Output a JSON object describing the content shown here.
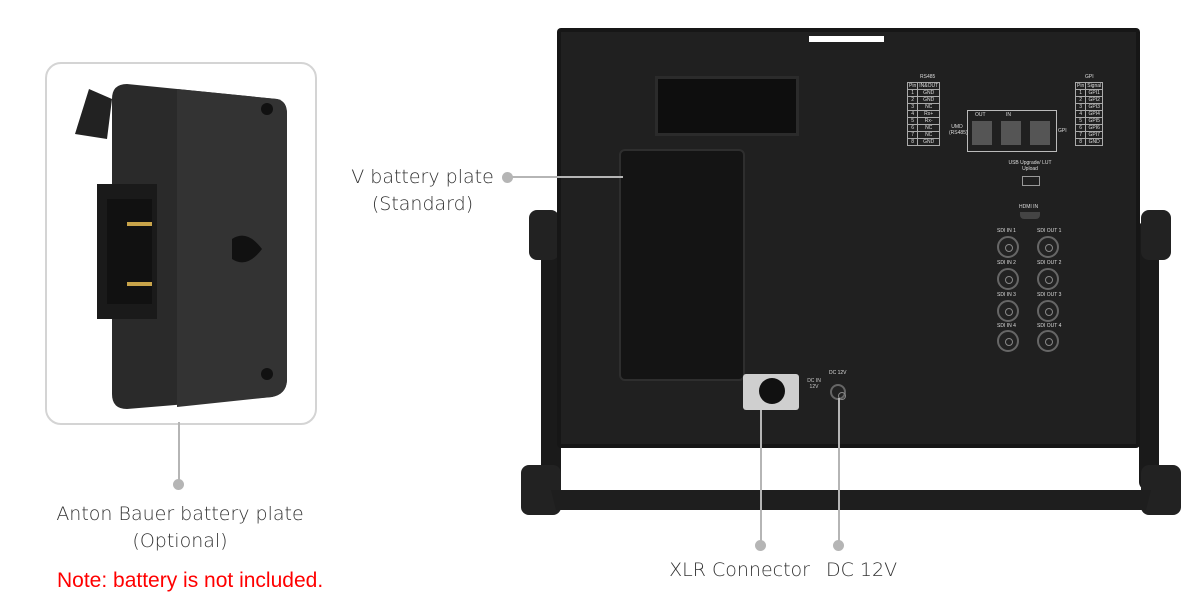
{
  "labels": {
    "v_plate": "V battery plate",
    "v_plate_sub": "(Standard)",
    "ab_plate": "Anton Bauer battery plate",
    "ab_plate_sub": "(Optional)",
    "note": "Note: battery is not included.",
    "xlr": "XLR Connector",
    "dc": "DC 12V"
  },
  "panel": {
    "rs485_title": "RS485",
    "gpi_title": "GPI",
    "rs485_header": [
      "Pin",
      "IN&OUT"
    ],
    "rs485_rows": [
      [
        "1",
        "GND"
      ],
      [
        "2",
        "GND"
      ],
      [
        "3",
        "NC"
      ],
      [
        "4",
        "Rx+"
      ],
      [
        "5",
        "Rx-"
      ],
      [
        "6",
        "NC"
      ],
      [
        "7",
        "NC"
      ],
      [
        "8",
        "GND"
      ]
    ],
    "gpi_header": [
      "Pin",
      "Signal"
    ],
    "gpi_rows": [
      [
        "1",
        "GPI1"
      ],
      [
        "2",
        "GPI2"
      ],
      [
        "3",
        "GPI3"
      ],
      [
        "4",
        "GPI4"
      ],
      [
        "5",
        "GPI5"
      ],
      [
        "6",
        "GPI6"
      ],
      [
        "7",
        "GPI7"
      ],
      [
        "8",
        "GND"
      ]
    ],
    "lan_out": "OUT",
    "lan_in": "IN",
    "lan_label": "UMD (RS485)",
    "gpi_port": "GPI",
    "usb": "USB Upgrade/ LUT Upload",
    "hdmi": "HDMI IN",
    "sdi_in": [
      "SDI IN 1",
      "SDI IN 2",
      "SDI IN 3",
      "SDI IN 4"
    ],
    "sdi_out": [
      "SDI OUT 1",
      "SDI OUT 2",
      "SDI OUT 3",
      "SDI OUT 4"
    ],
    "dc_in": "DC IN 12V",
    "dc_port": "DC 12V"
  },
  "colors": {
    "note": "#ff0000",
    "leader": "#b5b5b5",
    "body": "#1c1c1c"
  }
}
